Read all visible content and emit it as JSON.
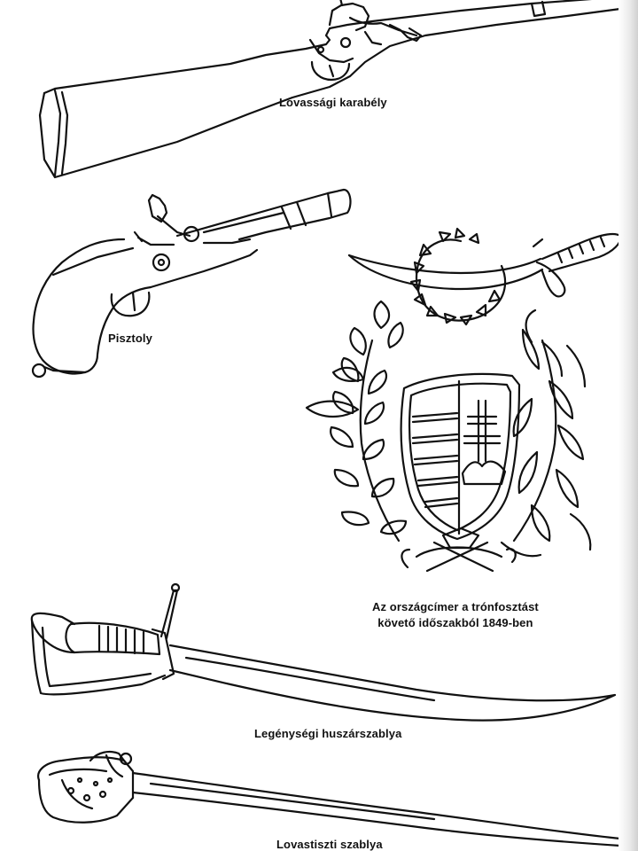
{
  "captions": {
    "carbine": "Lovassági karabély",
    "pistol": "Pisztoly",
    "coat_of_arms_line1": "Az országcímer a trónfosztást",
    "coat_of_arms_line2": "követő időszakból 1849-ben",
    "hussar_sabre": "Legénységi huszárszablya",
    "officer_sabre": "Lovastiszti szablya"
  },
  "colors": {
    "ink": "#111111",
    "paper": "#ffffff"
  }
}
